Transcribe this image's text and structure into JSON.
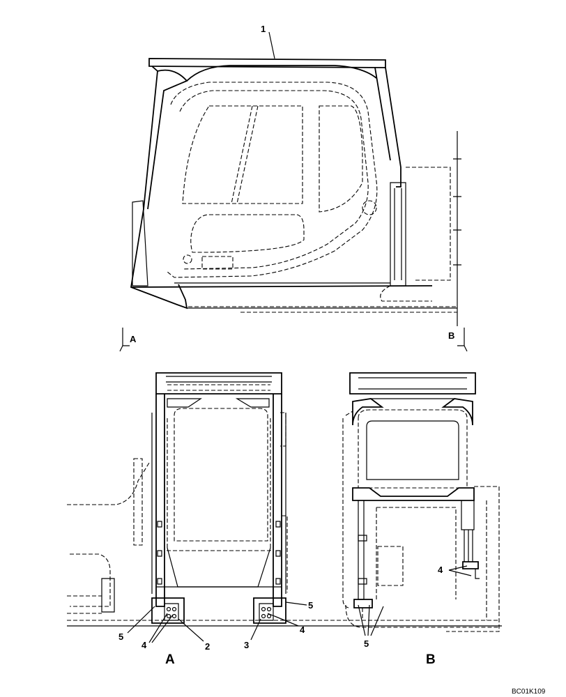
{
  "callouts": {
    "c1": "1",
    "c2": "2",
    "c3": "3",
    "c4a": "4",
    "c4b": "4",
    "c4c": "4",
    "c5a": "5",
    "c5b": "5",
    "c5c": "5"
  },
  "section_markers": {
    "a": "A",
    "b": "B"
  },
  "view_titles": {
    "a": "A",
    "b": "B"
  },
  "drawing_code": "BC01K109"
}
